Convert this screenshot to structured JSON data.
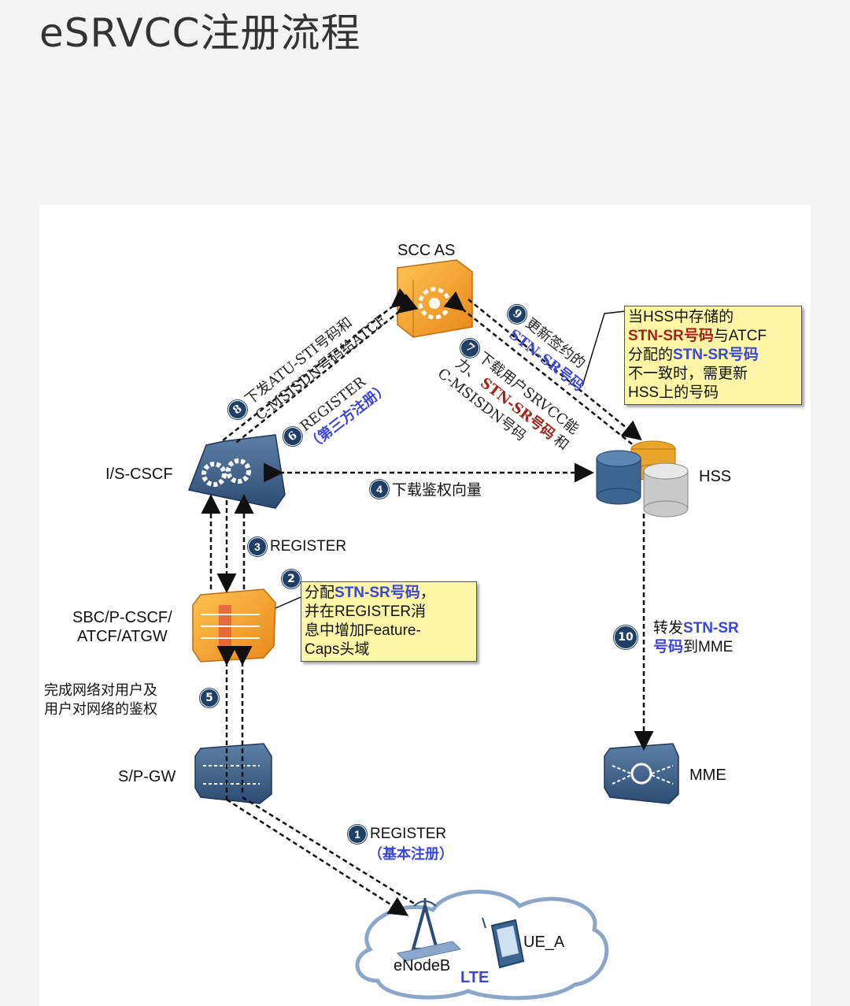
{
  "page": {
    "title": "eSRVCC注册流程"
  },
  "nodes": {
    "scc_as": "SCC AS",
    "is_cscf": "I/S-CSCF",
    "hss": "HSS",
    "sbc_line1": "SBC/P-CSCF/",
    "sbc_line2": "ATCF/ATGW",
    "sp_gw": "S/P-GW",
    "mme": "MME",
    "enodeb": "eNodeB",
    "lte": "LTE",
    "ue": "UE_A"
  },
  "steps": {
    "s1": {
      "num": "1",
      "text": "REGISTER",
      "sub": "（基本注册）"
    },
    "s2": {
      "num": "2"
    },
    "s3": {
      "num": "3",
      "text": "REGISTER"
    },
    "s4": {
      "num": "4",
      "text": "下载鉴权向量"
    },
    "s5": {
      "num": "5",
      "line1": "完成网络对用户及",
      "line2": "用户对网络的鉴权"
    },
    "s6": {
      "num": "6",
      "text": "REGISTER",
      "sub": "（第三方注册）"
    },
    "s7": {
      "num": "7",
      "line1a": "下载用户SRVCC能",
      "line2a": "力、",
      "line2b": "STN-SR号码",
      "line2c": "和",
      "line3": "C-MSISDN号码"
    },
    "s8": {
      "num": "8",
      "line1": "下发ATU-STI号码和",
      "line2": "C-MSISDN号码给ATCF"
    },
    "s9": {
      "num": "9",
      "line1": "更新签约的",
      "line2": "STN-SR号码"
    },
    "s10": {
      "num": "10",
      "pre": "转发",
      "blue1": "STN-SR",
      "blue2": "号码",
      "post": "到MME"
    }
  },
  "notes": {
    "sbc": {
      "a1": "分配",
      "a2": "STN-SR号码",
      "a3": "，",
      "b": "并在REGISTER消",
      "c": "息中增加Feature-",
      "d": "Caps头域"
    },
    "hss": {
      "a": "当HSS中存储的",
      "b1": "STN-SR号码",
      "b2": "与ATCF",
      "c1": "分配的",
      "c2": "STN-SR号码",
      "d": "不一致时，需更新",
      "e": "HSS上的号码"
    }
  },
  "colors": {
    "orange": "#f5a623",
    "navy": "#1f3f66",
    "blue_text": "#3a46d8",
    "red_text": "#a3241b",
    "note_bg": "#fdf6a6"
  }
}
